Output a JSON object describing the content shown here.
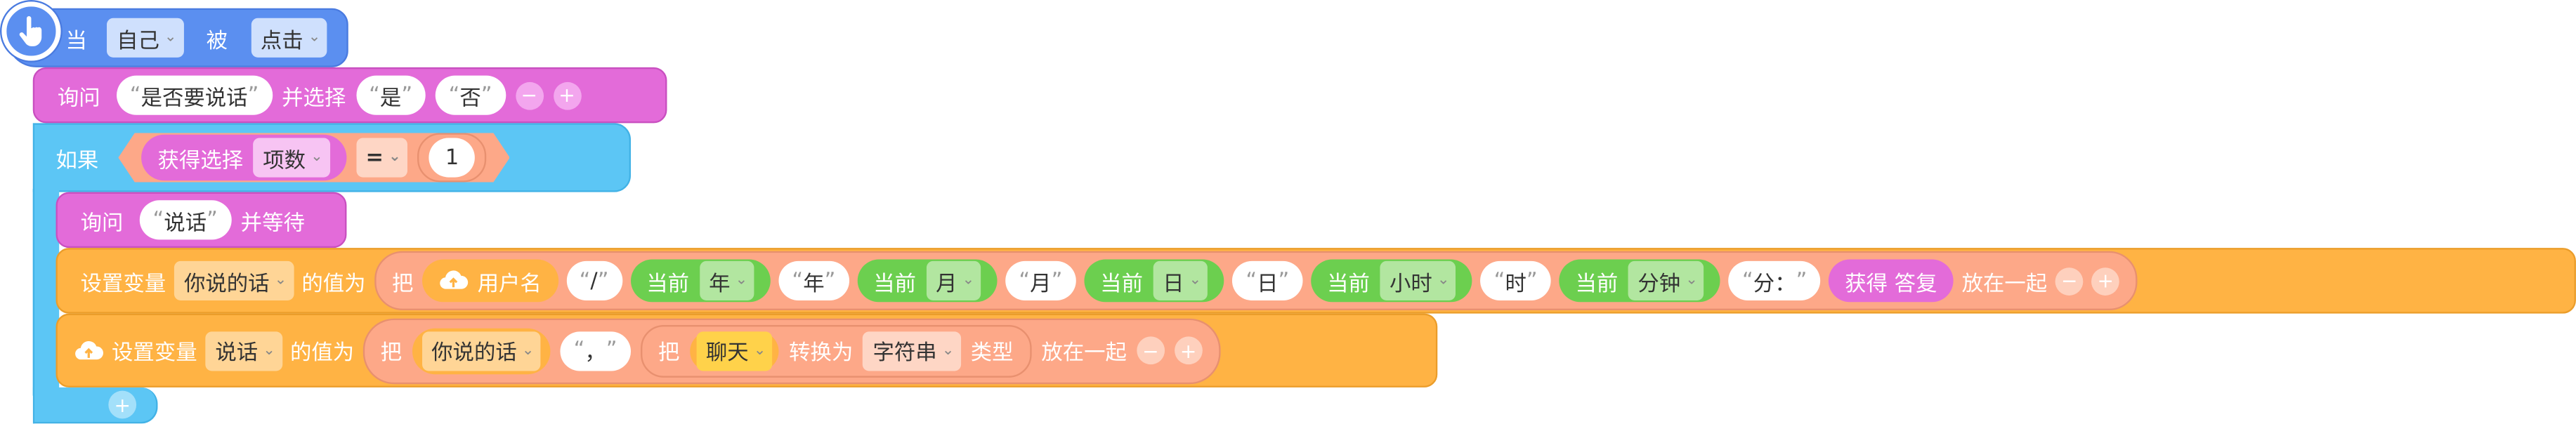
{
  "colors": {
    "event_blue": "#5b8ff0",
    "dialog_magenta": "#e36bd9",
    "control_sky": "#5cc6f5",
    "variable_orange": "#ffb344",
    "operator_salmon": "#fda888",
    "sensing_green": "#6ccf4f"
  },
  "event": {
    "when": "当",
    "target": "自己",
    "by": "被",
    "action": "点击",
    "icon": "pointer-hand-icon"
  },
  "ask1": {
    "label": "询问",
    "question": "是否要说话",
    "and_choose": "并选择",
    "option1": "是",
    "option2": "否",
    "minus": "−",
    "plus": "+"
  },
  "if_block": {
    "label": "如果",
    "get_choice": "获得选择",
    "field": "项数",
    "op": "=",
    "value": "1",
    "add": "+"
  },
  "ask2": {
    "label": "询问",
    "text": "说话",
    "and_wait": "并等待"
  },
  "set1": {
    "label": "设置变量",
    "var": "你说的话",
    "value_is": "的值为",
    "ba": "把",
    "username": "用户名",
    "slash": "/",
    "now": "当前",
    "year": "年",
    "year_text": "年",
    "month": "月",
    "month_text": "月",
    "day": "日",
    "day_text": "日",
    "hour": "小时",
    "hour_text": "时",
    "minute": "分钟",
    "minute_text": "分：",
    "get_reply": "获得 答复",
    "join": "放在一起",
    "minus": "−",
    "plus": "+"
  },
  "set2": {
    "label": "设置变量",
    "var": "说话",
    "value_is": "的值为",
    "ba": "把",
    "var_ref": "你说的话",
    "comma": "，",
    "ba2": "把",
    "chat": "聊天",
    "convert": "转换为",
    "type": "字符串",
    "type_suffix": "类型",
    "join": "放在一起",
    "minus": "−",
    "plus": "+"
  }
}
